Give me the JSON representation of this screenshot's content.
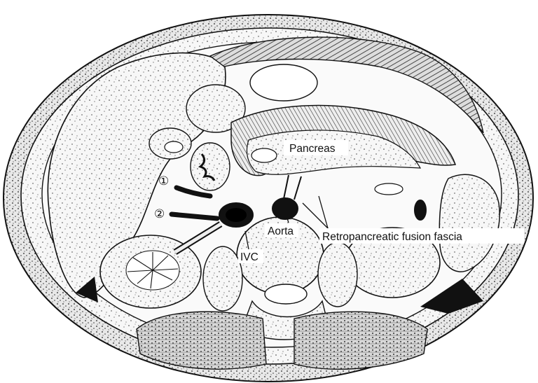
{
  "figure": {
    "labels": {
      "pancreas": "Pancreas",
      "aorta": "Aorta",
      "ivc": "IVC",
      "fascia": "Retropancreatic fusion fascia",
      "marker_1": "①",
      "marker_2": "②"
    },
    "colors": {
      "ink": "#111111",
      "paper": "#ffffff",
      "tissue_fill": "#f4f4f4"
    }
  }
}
